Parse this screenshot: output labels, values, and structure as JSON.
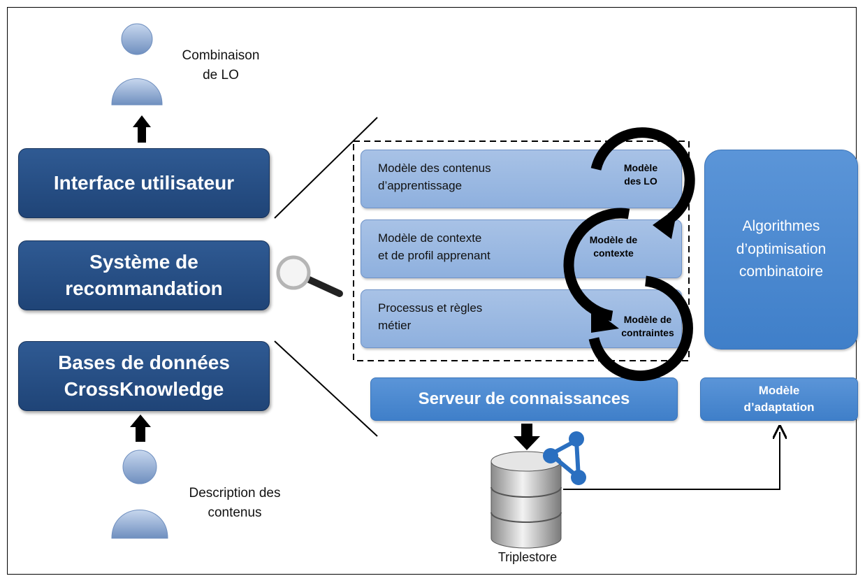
{
  "left_column": {
    "top_user_label_line1": "Combinaison",
    "top_user_label_line2": "de LO",
    "interface_box": "Interface utilisateur",
    "recommendation_box_line1": "Système de",
    "recommendation_box_line2": "recommandation",
    "database_box_line1": "Bases de données",
    "database_box_line2": "CrossKnowledge",
    "bottom_user_label_line1": "Description des",
    "bottom_user_label_line2": "contenus"
  },
  "detail": {
    "box1_line1": "Modèle des contenus",
    "box1_line2": "d’apprentissage",
    "badge1_line1": "Modèle",
    "badge1_line2": "des LO",
    "box2_line1": "Modèle de contexte",
    "box2_line2": "et de profil apprenant",
    "badge2_line1": "Modèle de",
    "badge2_line2": "contexte",
    "box3_line1": "Processus et règles",
    "box3_line2": "métier",
    "badge3_line1": "Modèle de",
    "badge3_line2": "contraintes",
    "algo_line1": "Algorithmes",
    "algo_line2": "d’optimisation",
    "algo_line3": "combinatoire",
    "server_box": "Serveur de connaissances",
    "adaptation_line1": "Modèle",
    "adaptation_line2": "d’adaptation",
    "triplestore_label": "Triplestore"
  },
  "icons": {
    "user_top": "user-person-icon",
    "user_bottom": "user-person-icon",
    "magnifier": "magnifier-icon",
    "database": "database-icon",
    "network": "network-graph-icon"
  },
  "colors": {
    "navy": "#1f4477",
    "light_blue": "#9bb9e2",
    "medium_blue": "#4a88d0",
    "cycle_arrow": "#000000"
  }
}
